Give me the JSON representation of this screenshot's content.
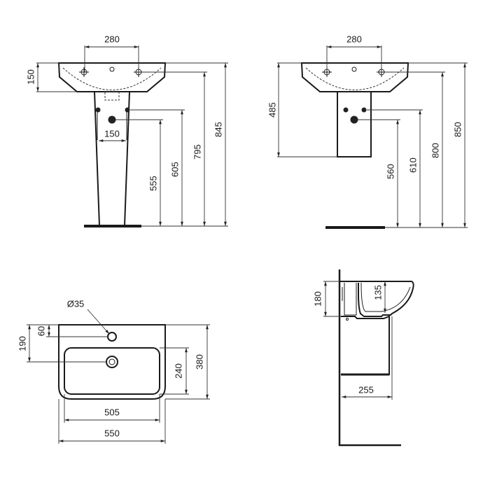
{
  "front_pedestal": {
    "tap_spacing": "280",
    "basin_height": "150",
    "pedestal_gap": "150",
    "waste_height": "555",
    "supply_height": "605",
    "tap_height": "795",
    "rim_height": "845"
  },
  "front_semipedestal": {
    "tap_spacing": "280",
    "semipedestal_height": "485",
    "waste_height": "560",
    "supply_height": "610",
    "tap_height": "800",
    "rim_height": "850"
  },
  "plan": {
    "tap_hole": "Ø35",
    "tap_offset": "60",
    "waste_offset": "190",
    "bowl_depth": "240",
    "basin_depth": "380",
    "bowl_width": "505",
    "basin_width": "550"
  },
  "side": {
    "basin_height": "180",
    "bowl_depth": "135",
    "projection": "255"
  }
}
